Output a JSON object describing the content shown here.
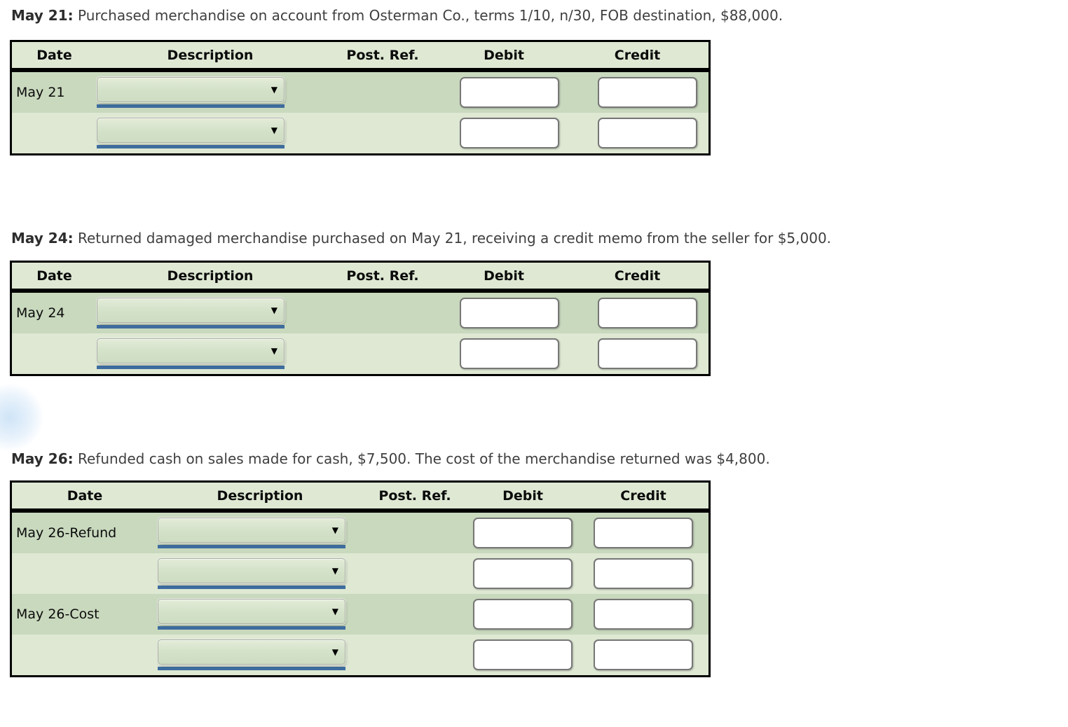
{
  "colors": {
    "row_dark": "#c9d9be",
    "row_light": "#dee8d3",
    "header_bg": "#dee8d3",
    "table_border": "#000000",
    "select_underline": "#3e6d9f",
    "input_border": "#777777",
    "intro_text": "#3f3f3f",
    "glow_blue": "#82b9eb"
  },
  "controls": {
    "select_value": "",
    "debit_value": "",
    "credit_value": "",
    "dropdown_arrow": "▼"
  },
  "sections": [
    {
      "intro_bold": "May 21:",
      "intro_text": "Purchased merchandise on account from Osterman Co., terms 1/10, n/30, FOB destination, $88,000.",
      "columns": [
        "Date",
        "Description",
        "Post. Ref.",
        "Debit",
        "Credit"
      ],
      "rows": [
        {
          "date": "May 21"
        },
        {
          "date": ""
        }
      ]
    },
    {
      "intro_bold": "May 24:",
      "intro_text": "Returned damaged merchandise purchased on May 21, receiving a credit memo from the seller for $5,000.",
      "columns": [
        "Date",
        "Description",
        "Post. Ref.",
        "Debit",
        "Credit"
      ],
      "rows": [
        {
          "date": "May 24"
        },
        {
          "date": ""
        }
      ]
    },
    {
      "intro_bold": "May 26:",
      "intro_text": "Refunded cash on sales made for cash, $7,500. The cost of the merchandise returned was $4,800.",
      "columns": [
        "Date",
        "Description",
        "Post. Ref.",
        "Debit",
        "Credit"
      ],
      "rows": [
        {
          "date": "May 26-Refund"
        },
        {
          "date": ""
        },
        {
          "date": "May 26-Cost"
        },
        {
          "date": ""
        }
      ]
    }
  ]
}
